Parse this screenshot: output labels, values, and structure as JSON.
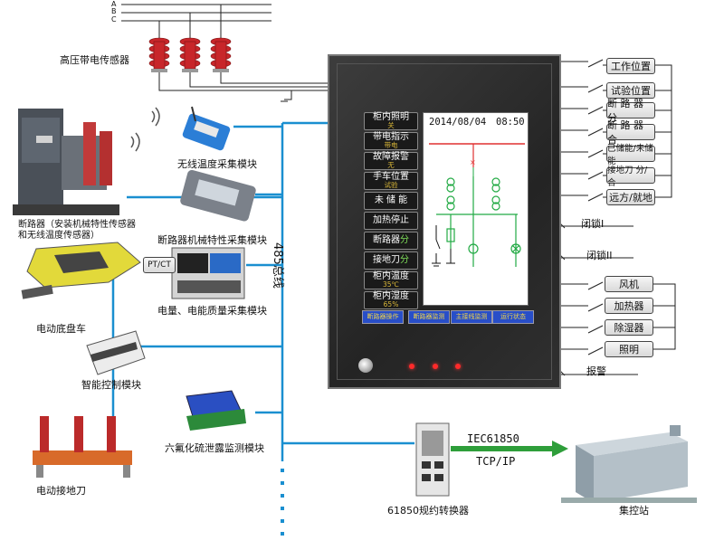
{
  "phases": [
    "A",
    "B",
    "C"
  ],
  "left_labels": {
    "hv_sensor": "高压带电传感器",
    "wireless_temp": "无线温度采集模块",
    "breaker": "断路器（安装机械特性传感器和无线温度传感器）",
    "breaker_mech": "断路器机械特性采集模块",
    "pt_ct": "PT/CT",
    "power_quality": "电量、电能质量采集模块",
    "chassis": "电动底盘车",
    "smart_ctrl": "智能控制模块",
    "ground_switch": "电动接地刀",
    "sf6": "六氟化硫泄露监测模块",
    "bus": "485总线"
  },
  "device": {
    "menu": [
      {
        "label": "柜内照明",
        "value": "关"
      },
      {
        "label": "带电指示",
        "value": "带电"
      },
      {
        "label": "故障报警",
        "value": "无"
      },
      {
        "label": "手车位置",
        "value": "试验"
      },
      {
        "label": "未 储 能",
        "value": ""
      },
      {
        "label": "加热停止",
        "value": ""
      },
      {
        "label": "断路器",
        "value": "分"
      },
      {
        "label": "接地刀",
        "value": "分"
      },
      {
        "label": "柜内温度",
        "value": "35℃"
      },
      {
        "label": "柜内湿度",
        "value": "65%"
      }
    ],
    "date": "2014/08/04",
    "time": "08:50",
    "soft_buttons": [
      "断路器操作",
      "断路器监测",
      "主接线监测",
      "运行状态"
    ]
  },
  "right_boxes": [
    {
      "id": "work_pos",
      "label": "工作位置"
    },
    {
      "id": "test_pos",
      "label": "试验位置"
    },
    {
      "id": "breaker_open",
      "label": "断 路 器 分"
    },
    {
      "id": "breaker_close",
      "label": "断 路 器 合"
    },
    {
      "id": "charged",
      "label": "已储能/未储能"
    },
    {
      "id": "ground_knife",
      "label": "接地刀 分/合"
    },
    {
      "id": "remote_local",
      "label": "远方/就地"
    },
    {
      "id": "fan",
      "label": "风机"
    },
    {
      "id": "heater",
      "label": "加热器"
    },
    {
      "id": "dehumid",
      "label": "除湿器"
    },
    {
      "id": "lighting",
      "label": "照明"
    }
  ],
  "right_labels": {
    "lock1": "闭锁I",
    "lock2": "闭锁II",
    "alarm": "报警"
  },
  "bottom": {
    "converter": "61850规约转换器",
    "protocol1": "IEC61850",
    "protocol2": "TCP/IP",
    "station": "集控站"
  },
  "colors": {
    "bus_line": "#1a8fd0",
    "arrow": "#2e9e3a",
    "screen_red": "#e03030",
    "screen_green": "#22aa44",
    "menu_value": "#d8b638",
    "soft_button": "#284ec8"
  }
}
